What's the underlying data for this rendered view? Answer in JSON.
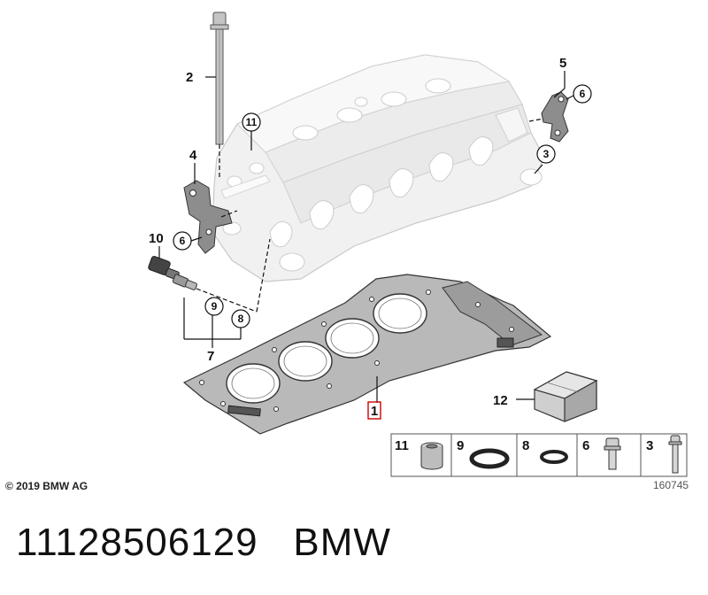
{
  "callouts": {
    "c1": "1",
    "c2": "2",
    "c3": "3",
    "c4": "4",
    "c5": "5",
    "c6a": "6",
    "c6b": "6",
    "c7": "7",
    "c8": "8",
    "c9": "9",
    "c10": "10",
    "c11": "11",
    "c12": "12"
  },
  "parts_legend": [
    {
      "number": "11",
      "icon": "sleeve-icon"
    },
    {
      "number": "9",
      "icon": "o-ring-large-icon"
    },
    {
      "number": "8",
      "icon": "o-ring-small-icon"
    },
    {
      "number": "6",
      "icon": "bolt-short-icon"
    },
    {
      "number": "3",
      "icon": "bolt-long-icon"
    }
  ],
  "copyright": "© 2019 BMW AG",
  "drawing_number": "160745",
  "part_number": "11128506129",
  "brand": "BMW",
  "colors": {
    "highlight": "#d00000",
    "line": "#111111",
    "gasket": "#b9b9b9"
  }
}
